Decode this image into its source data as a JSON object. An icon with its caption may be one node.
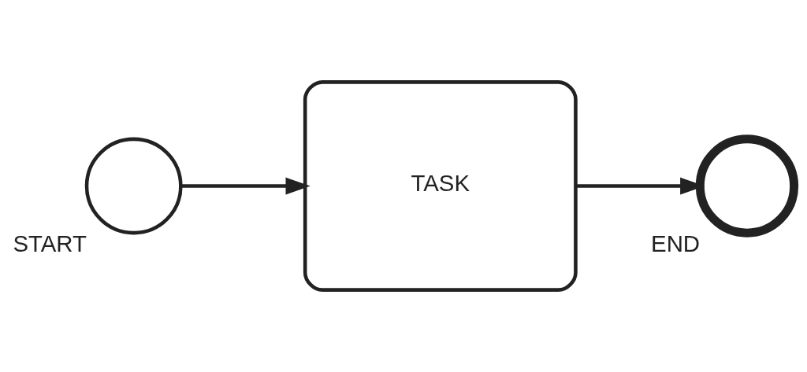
{
  "diagram": {
    "nodes": [
      {
        "text": [],
        "shape": "circle",
        "beside": [
          "START"
        ]
      },
      {
        "text": [
          "TASK"
        ]
      },
      {
        "text": [],
        "shape": "circle",
        "beside": [
          "END"
        ]
      }
    ],
    "edges": [
      {
        "from": 0,
        "to": 1,
        "arrow": "to"
      },
      {
        "from": 1,
        "to": 2,
        "arrow": "to"
      }
    ]
  }
}
